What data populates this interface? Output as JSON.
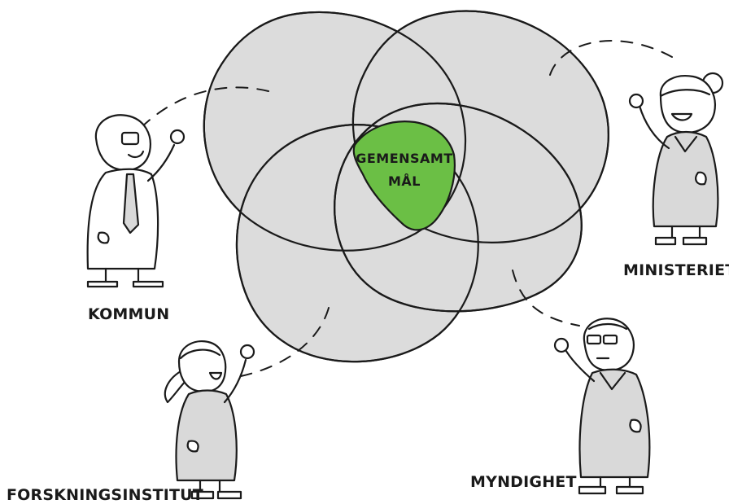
{
  "center": {
    "line1": "GEMENSAMT",
    "line2": "MÅL"
  },
  "actors": {
    "kommun": "KOMMUN",
    "ministeriet": "MINISTERIET",
    "forskningsinstitut": "FORSKNINGSINSTITUT",
    "myndighet": "MYNDIGHET"
  },
  "colors": {
    "circle_fill": "#dcdcdc",
    "goal_fill": "#6bbf45",
    "ink": "#1a1a1a",
    "figure_fill": "#d9d9d9"
  }
}
